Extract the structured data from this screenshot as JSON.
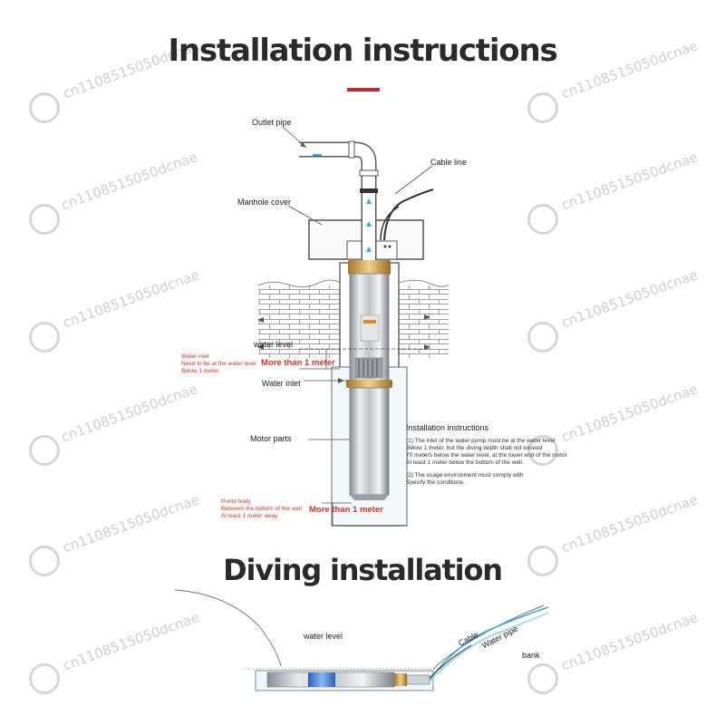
{
  "titles": {
    "main": "Installation instructions",
    "diving": "Diving installation"
  },
  "labels": {
    "outlet_pipe": "Outlet pipe",
    "cable_line": "Cable line",
    "manhole_cover": "Manhole cover",
    "water_level": "water level",
    "more_than_1": "More than 1 meter",
    "water_inlet": "Water inlet",
    "motor_parts": "Motor parts",
    "more_than_1_bottom": "More than 1 meter"
  },
  "notes": {
    "water_inlet_lines": [
      "Water inlet",
      "Need to be at the water level",
      "Below 1 meter"
    ],
    "pump_body_lines": [
      "Pump body",
      "Between the bottom of the well",
      "At least 1 meter away"
    ]
  },
  "instructions": {
    "heading": "Installation instructions",
    "item1_lines": [
      "(1) The inlet of the water pump must be at the water level",
      "Below 1 meter, but the diving depth shall not exceed",
      "70 meters below the water level, at the lower end of the motor",
      "At least 1 meter below the bottom of the well."
    ],
    "item2_lines": [
      "(2) The usage environment must comply with",
      "Specify the conditions."
    ]
  },
  "diving": {
    "water_level": "water level",
    "cable": "Cable",
    "water_pipe": "Water pipe",
    "bank": "bank"
  },
  "watermark": "cn1108515050dcnae",
  "colors": {
    "accent_red": "#c8242a",
    "water_blue": "#8fd3ec",
    "arrow_blue": "#3aa6dd",
    "brick": "#9a9a9a"
  }
}
